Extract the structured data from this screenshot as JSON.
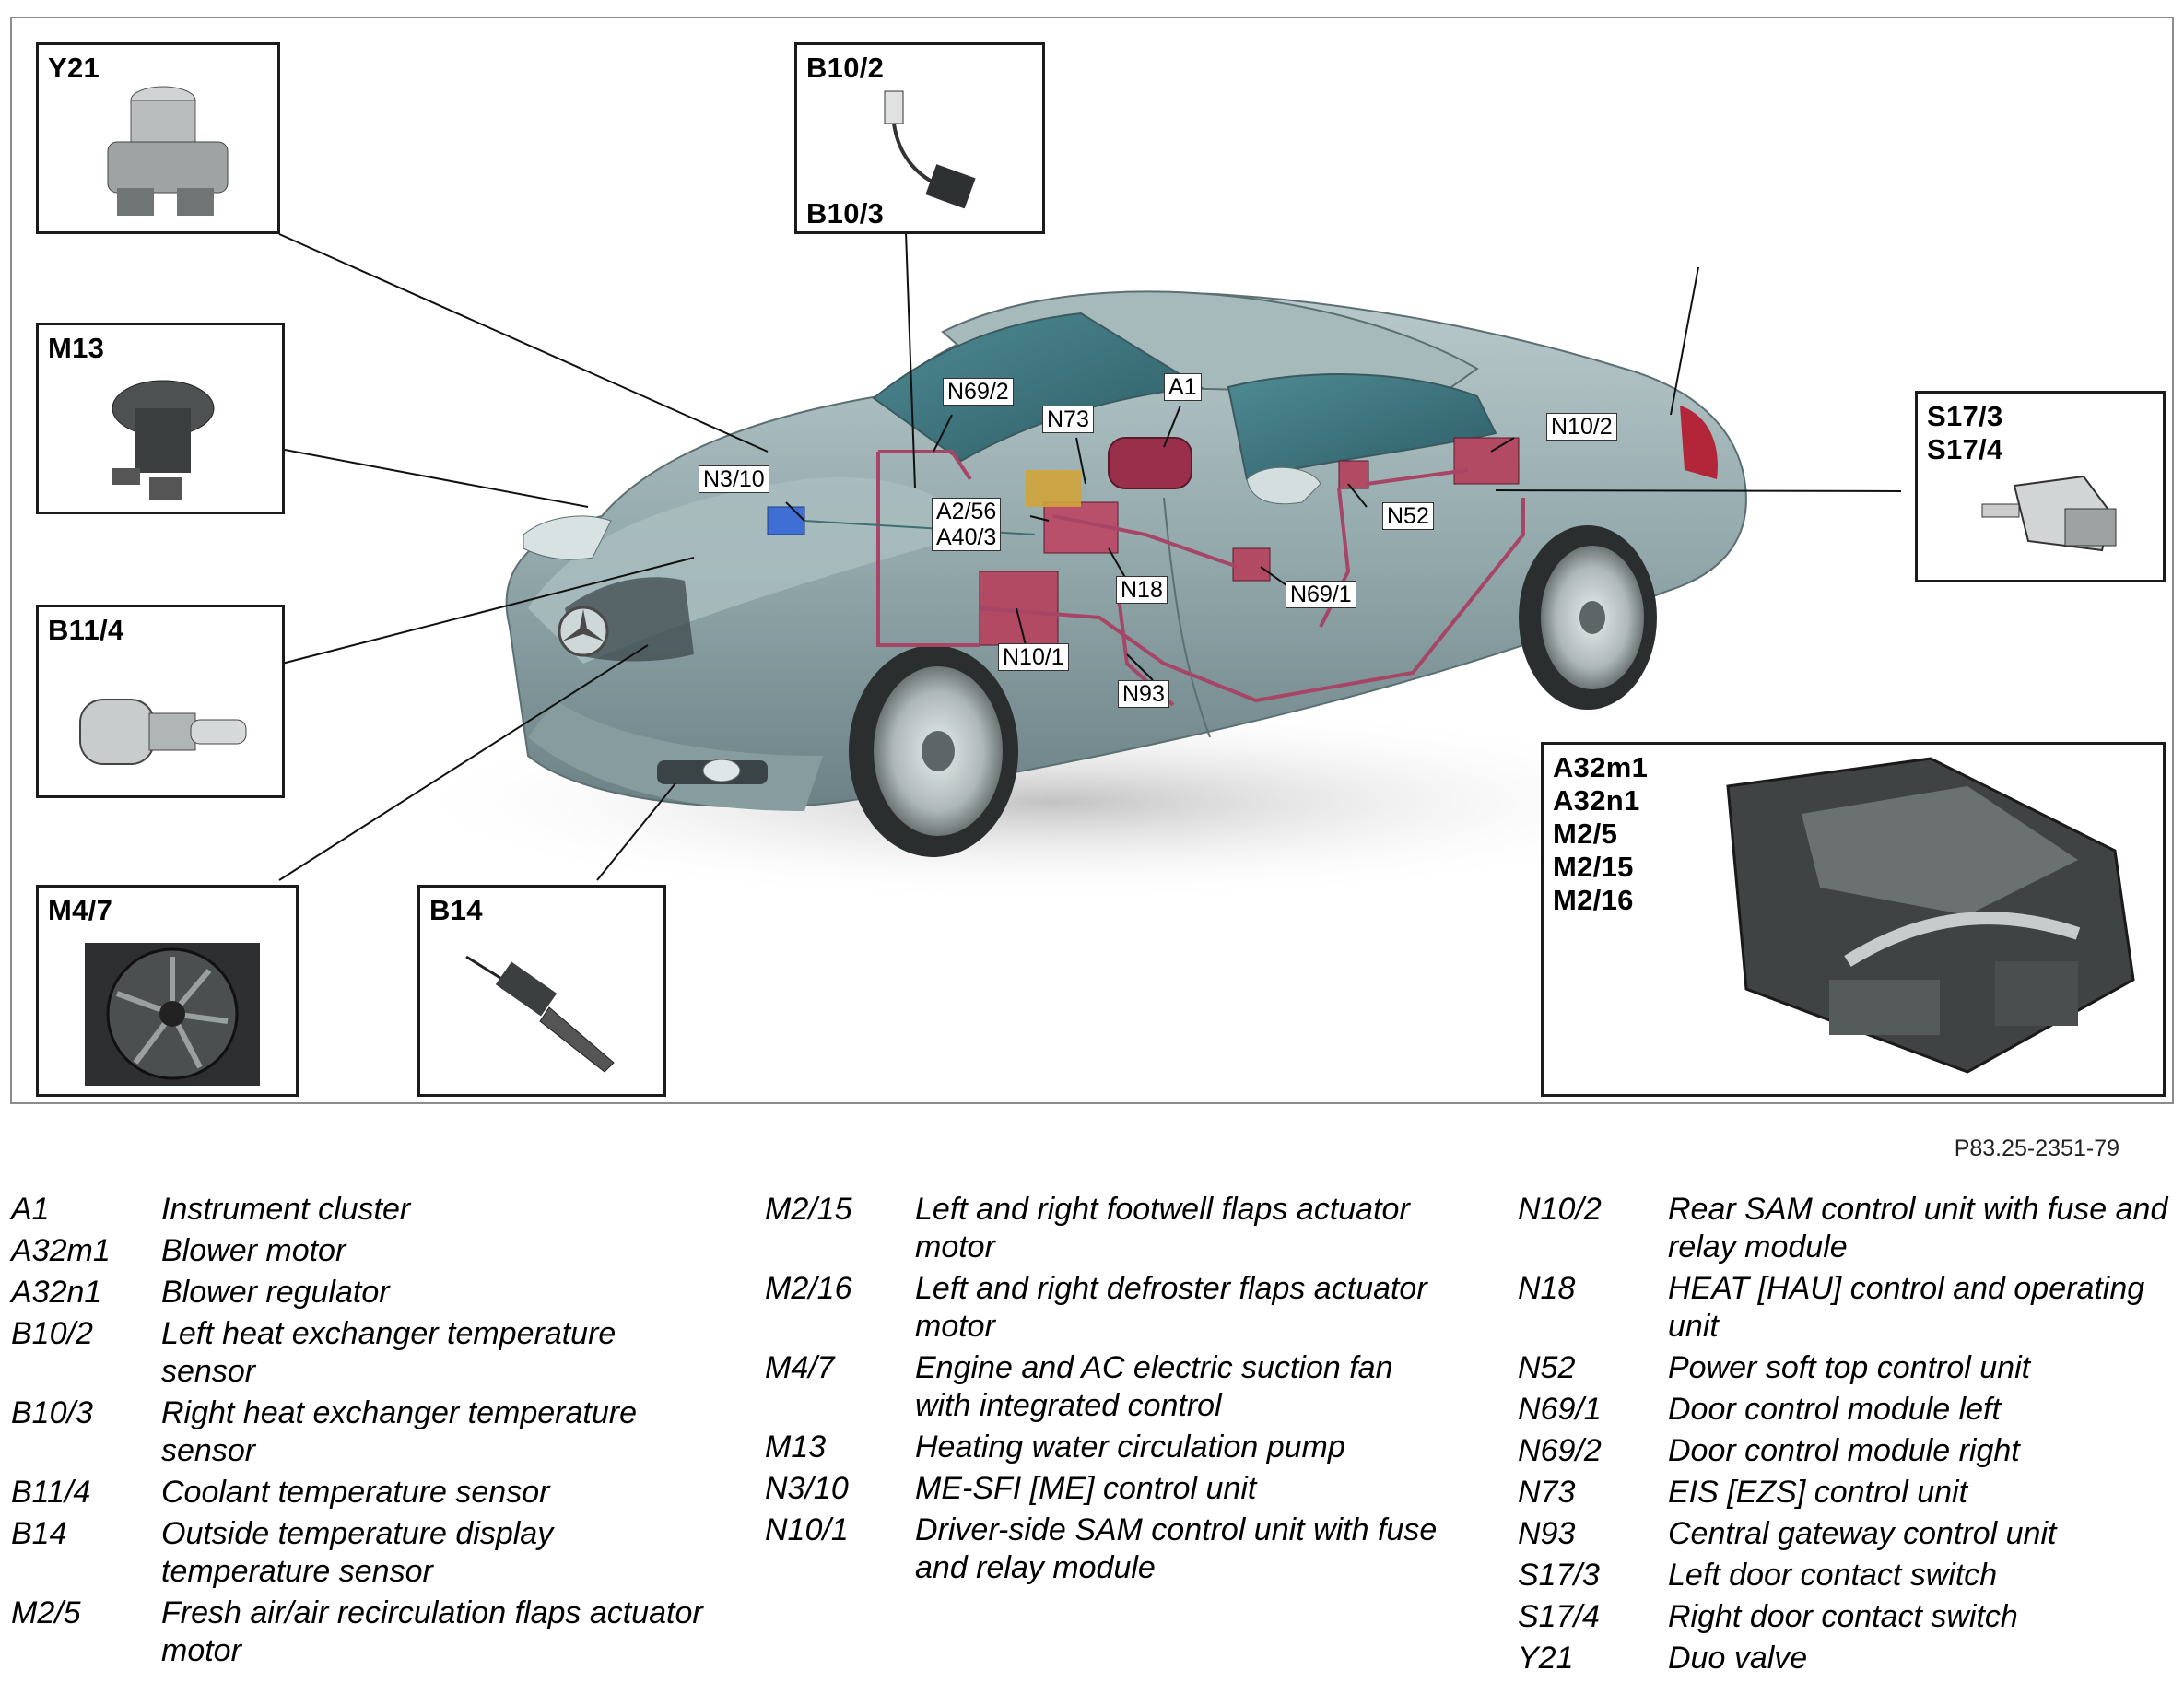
{
  "figure_code": "P83.25-2351-79",
  "boxes": {
    "y21": [
      "Y21"
    ],
    "b10": [
      "B10/2",
      "B10/3"
    ],
    "m13": [
      "M13"
    ],
    "s17": [
      "S17/3",
      "S17/4"
    ],
    "b11": [
      "B11/4"
    ],
    "a32": [
      "A32m1",
      "A32n1",
      "M2/5",
      "M2/15",
      "M2/16"
    ],
    "m47": [
      "M4/7"
    ],
    "b14": [
      "B14"
    ]
  },
  "callouts": {
    "n69_2": "N69/2",
    "n73": "N73",
    "a1": "A1",
    "n10_2": "N10/2",
    "n3_10": "N3/10",
    "a2_56": "A2/56",
    "a40_3": "A40/3",
    "n52": "N52",
    "n18": "N18",
    "n69_1": "N69/1",
    "n10_1": "N10/1",
    "n93": "N93"
  },
  "legend": [
    [
      {
        "code": "A1",
        "desc": "Instrument cluster"
      },
      {
        "code": "A32m1",
        "desc": "Blower motor"
      },
      {
        "code": "A32n1",
        "desc": "Blower regulator"
      },
      {
        "code": "B10/2",
        "desc": "Left heat exchanger temperature sensor"
      },
      {
        "code": "B10/3",
        "desc": "Right heat exchanger temperature sensor"
      },
      {
        "code": "B11/4",
        "desc": "Coolant temperature sensor"
      },
      {
        "code": "B14",
        "desc": "Outside temperature display temperature sensor"
      },
      {
        "code": "M2/5",
        "desc": "Fresh air/air recirculation flaps actuator motor"
      }
    ],
    [
      {
        "code": "M2/15",
        "desc": "Left and right footwell flaps actuator motor"
      },
      {
        "code": "M2/16",
        "desc": "Left and right defroster flaps actuator motor"
      },
      {
        "code": "M4/7",
        "desc": "Engine and AC electric suction fan with integrated control"
      },
      {
        "code": "M13",
        "desc": "Heating water circulation pump"
      },
      {
        "code": "N3/10",
        "desc": "ME-SFI [ME] control unit"
      },
      {
        "code": "N10/1",
        "desc": "Driver-side SAM control unit with fuse and relay module"
      }
    ],
    [
      {
        "code": "N10/2",
        "desc": "Rear SAM control unit with fuse and relay module"
      },
      {
        "code": "N18",
        "desc": "HEAT [HAU] control and operating unit"
      },
      {
        "code": "N52",
        "desc": "Power soft top control unit"
      },
      {
        "code": "N69/1",
        "desc": "Door control module left"
      },
      {
        "code": "N69/2",
        "desc": "Door control module right"
      },
      {
        "code": "N73",
        "desc": "EIS [EZS] control unit"
      },
      {
        "code": "N93",
        "desc": "Central gateway control unit"
      },
      {
        "code": "S17/3",
        "desc": "Left door contact switch"
      },
      {
        "code": "S17/4",
        "desc": "Right door contact switch"
      },
      {
        "code": "Y21",
        "desc": "Duo valve"
      }
    ]
  ]
}
